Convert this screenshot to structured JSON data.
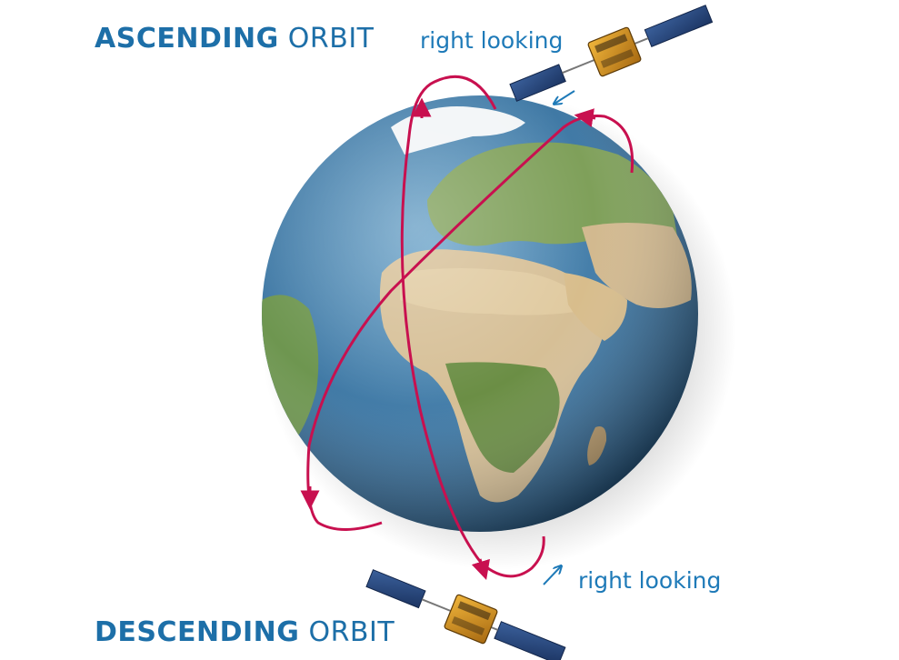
{
  "ascending": {
    "strong": "ASCENDING",
    "light": "ORBIT",
    "looking": "right looking"
  },
  "descending": {
    "strong": "DESCENDING",
    "light": "ORBIT",
    "looking": "right looking"
  },
  "colors": {
    "title": "#1d6fa8",
    "note": "#1e7ab8",
    "orbit": "#c8104f",
    "ocean": "#3f78a4",
    "land": "#cdb48f",
    "vegetation": "#5f8a3c"
  },
  "icons": {
    "earth": "globe-africa-europe",
    "satellite": "satellite-with-solar-panel",
    "direction": "thin-arrow"
  }
}
